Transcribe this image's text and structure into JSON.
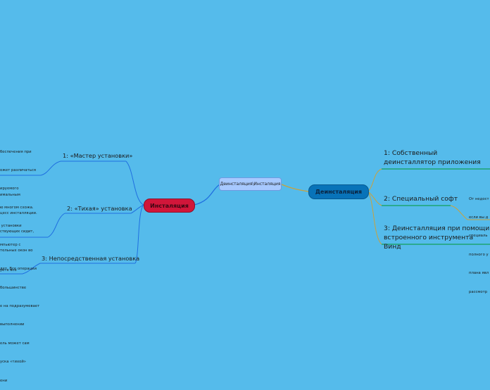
{
  "colors": {
    "background": "#55bbeb",
    "center_fill": "#a7c9ff",
    "center_border": "#6f9ae0",
    "install_fill": "#d1163a",
    "install_border": "#8e0f29",
    "uninstall_fill": "#0873b9",
    "uninstall_border": "#055a91",
    "left_line": "#1f6fe0",
    "right_line": "#c9a23d",
    "green_underline": "#13a05a"
  },
  "center": {
    "label": "Деинсталяция\\Инсталяция"
  },
  "left": {
    "topic": {
      "label": "Инсталяция"
    },
    "branches": [
      {
        "label": "1: «Мастер установки»",
        "note_lines": [
          "беспечения при",
          "ожет различаться",
          "ируемого",
          "ю многом схожа.",
          " установки",
          "мпьютер с"
        ]
      },
      {
        "label": "2: «Тихая» установка",
        "note_lines": [
          "имальным",
          "цесс инсталляции.",
          "ствующих сидит,",
          "тельных окон во",
          "дет. Все операции",
          "большинстве",
          "е на подразумевает",
          "выполнении",
          "ель может сам",
          "уска «тихой»",
          "ени"
        ]
      },
      {
        "label": "3: Непосредственная установка",
        "note_lines": [
          "уете все"
        ]
      }
    ]
  },
  "right": {
    "topic": {
      "label": "Деинсталяция"
    },
    "branches": [
      {
        "label": "1: Собственный деинсталлятор приложения"
      },
      {
        "label": "2: Специальный софт",
        "note_lines": [
          "От недост",
          "если вы д",
          "специаль",
          "полного у",
          "плана явл",
          "рассмотр"
        ]
      },
      {
        "label": "3: Деинсталляция при помощи встроенного инструмента Винд"
      }
    ]
  }
}
